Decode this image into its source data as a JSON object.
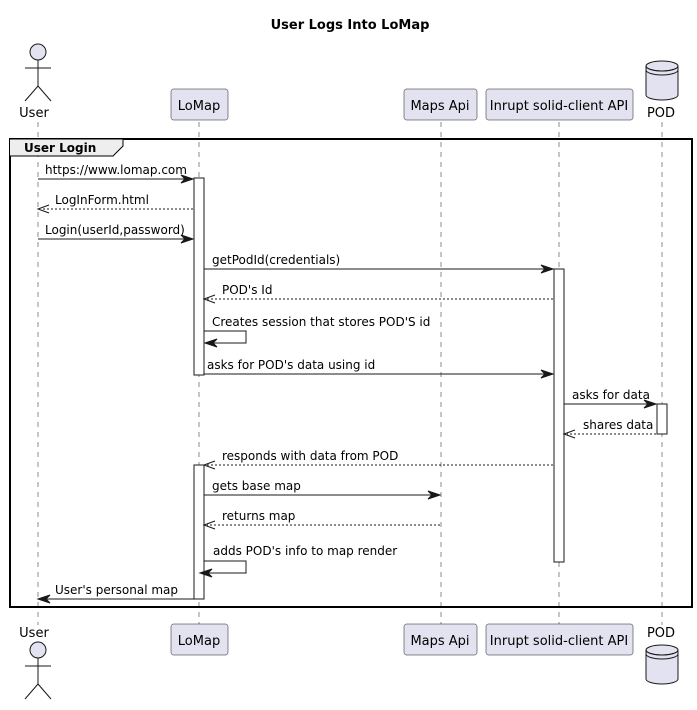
{
  "title": "User Logs Into LoMap",
  "participants": {
    "user": "User",
    "lomap": "LoMap",
    "maps": "Maps Api",
    "inrupt": "Inrupt solid-client API",
    "pod": "POD"
  },
  "group": {
    "label": "User Login"
  },
  "messages": [
    "https://www.lomap.com",
    "LogInForm.html",
    "Login(userId,password)",
    "getPodId(credentials)",
    "POD's Id",
    "Creates session that stores POD'S id",
    "asks for POD's data using id",
    "asks for data",
    "shares data",
    "responds with data from POD",
    "gets base map",
    "returns map",
    "adds POD's info to map render",
    "User's personal map"
  ],
  "colors": {
    "participant_fill": "#E2E2F0",
    "line": "#181818"
  }
}
